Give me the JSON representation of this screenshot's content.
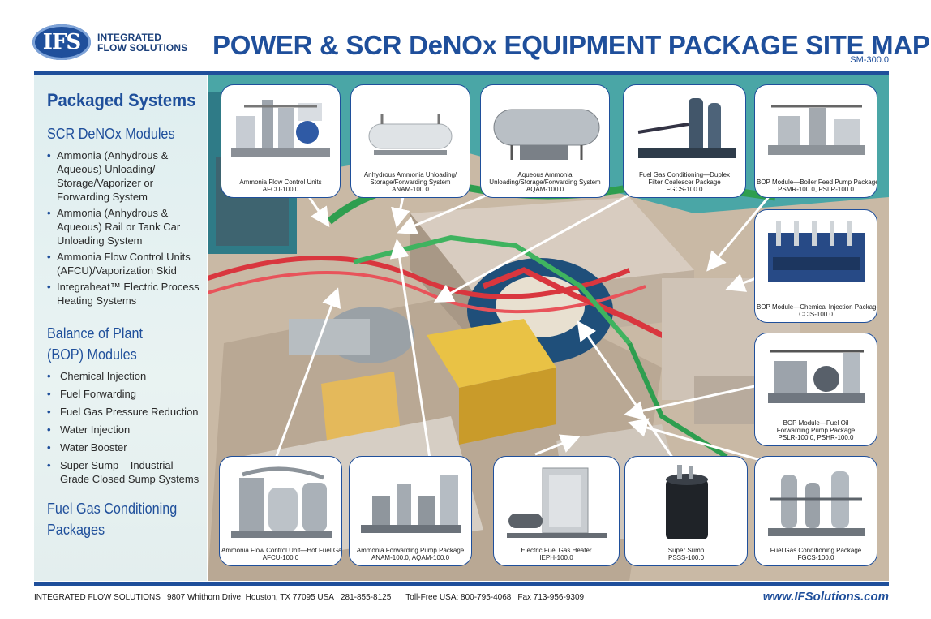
{
  "header": {
    "logo_letters": "IFS",
    "logo_line1": "INTEGRATED",
    "logo_line2": "FLOW SOLUTIONS",
    "title": "POWER & SCR DeNOx EQUIPMENT PACKAGE SITE MAP",
    "doc_code": "SM-300.0"
  },
  "sidebar": {
    "heading": "Packaged Systems",
    "scr_heading": "SCR DeNOx Modules",
    "scr_items": [
      "Ammonia (Anhydrous & Aqueous) Unloading/ Storage/Vaporizer or Forwarding System",
      "Ammonia (Anhydrous & Aqueous) Rail or Tank Car Unloading System",
      "Ammonia Flow Control Units (AFCU)/Vaporization Skid",
      "Integraheat™ Electric Process Heating Systems"
    ],
    "bop_heading_line1": "Balance of Plant",
    "bop_heading_line2": "(BOP) Modules",
    "bop_items": [
      "Chemical Injection",
      "Fuel Forwarding",
      "Fuel Gas Pressure Reduction",
      "Water Injection",
      "Water Booster",
      "Super Sump – Industrial Grade Closed Sump Systems"
    ],
    "fgc_heading_line1": "Fuel Gas Conditioning",
    "fgc_heading_line2": "Packages",
    "bullet": "•"
  },
  "cards": [
    {
      "line1": "Ammonia Flow Control Units",
      "line2": "AFCU-100.0",
      "line3": ""
    },
    {
      "line1": "Anhydrous Ammonia Unloading/",
      "line2": "Storage/Forwarding System",
      "line3": "ANAM-100.0"
    },
    {
      "line1": "Aqueous Ammonia",
      "line2": "Unloading/Storage/Forwarding System",
      "line3": "AQAM-100.0"
    },
    {
      "line1": "Fuel Gas Conditioning—Duplex",
      "line2": "Filter Coalescer Package",
      "line3": "FGCS-100.0"
    },
    {
      "line1": "BOP Module—Boiler Feed Pump Package",
      "line2": "PSMR-100.0, PSLR-100.0",
      "line3": ""
    },
    {
      "line1": "BOP Module—Chemical Injection Package",
      "line2": "CCIS-100.0",
      "line3": ""
    },
    {
      "line1": "BOP Module—Fuel Oil",
      "line2": "Forwarding Pump Package",
      "line3": "PSLR-100.0, PSHR-100.0"
    },
    {
      "line1": "Ammonia Flow Control Unit—Hot Fuel Gas",
      "line2": "AFCU-100.0",
      "line3": ""
    },
    {
      "line1": "Ammonia Forwarding Pump Package",
      "line2": "ANAM-100.0, AQAM-100.0",
      "line3": ""
    },
    {
      "line1": "Electric Fuel Gas Heater",
      "line2": "IEPH-100.0",
      "line3": ""
    },
    {
      "line1": "Super Sump",
      "line2": "PSSS-100.0",
      "line3": ""
    },
    {
      "line1": "Fuel Gas Conditioning Package",
      "line2": "FGCS-100.0",
      "line3": ""
    }
  ],
  "footer": {
    "company": "INTEGRATED FLOW SOLUTIONS",
    "address": "9807 Whithorn Drive, Houston, TX 77095 USA",
    "phone": "281-855-8125",
    "tollfree": "Toll-Free USA: 800-795-4068",
    "fax": "Fax 713-956-9309",
    "url": "www.IFSolutions.com"
  },
  "colors": {
    "brand_blue": "#1f4f9b",
    "plant_teal": "#4aa6a6",
    "pipe_red": "#d9363e",
    "pipe_green": "#2e9e4f",
    "structure_yellow": "#e9c245"
  }
}
